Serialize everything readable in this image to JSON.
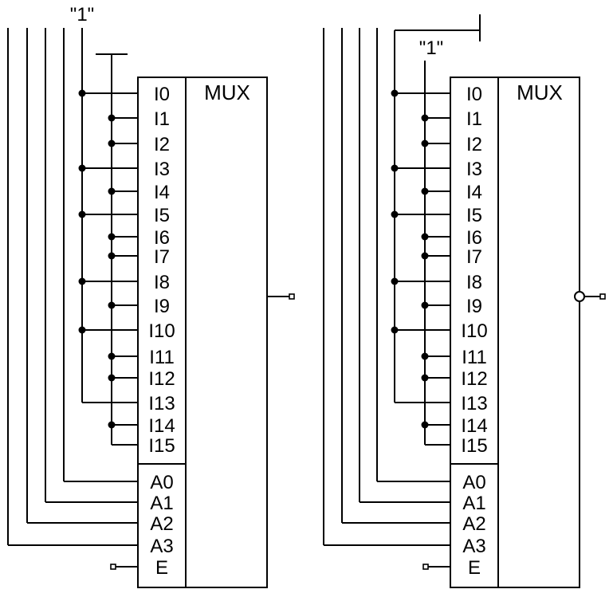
{
  "colors": {
    "line": "#000000",
    "background": "#ffffff"
  },
  "circuits": [
    {
      "title": "MUX",
      "constant_label": "\"1\"",
      "data_inputs": [
        "I0",
        "I1",
        "I2",
        "I3",
        "I4",
        "I5",
        "I6",
        "I7",
        "I8",
        "I9",
        "I10",
        "I11",
        "I12",
        "I13",
        "I14",
        "I15"
      ],
      "data_input_sources": [
        "1",
        "0",
        "0",
        "1",
        "0",
        "1",
        "0",
        "0",
        "1",
        "0",
        "1",
        "0",
        "0",
        "1",
        "0",
        "0"
      ],
      "select_inputs": [
        "A0",
        "A1",
        "A2",
        "A3"
      ],
      "enable_input": "E",
      "output_inverted": false
    },
    {
      "title": "MUX",
      "constant_label": "\"1\"",
      "data_inputs": [
        "I0",
        "I1",
        "I2",
        "I3",
        "I4",
        "I5",
        "I6",
        "I7",
        "I8",
        "I9",
        "I10",
        "I11",
        "I12",
        "I13",
        "I14",
        "I15"
      ],
      "data_input_sources": [
        "0",
        "1",
        "1",
        "0",
        "1",
        "0",
        "1",
        "1",
        "0",
        "1",
        "0",
        "1",
        "1",
        "0",
        "1",
        "1"
      ],
      "select_inputs": [
        "A0",
        "A1",
        "A2",
        "A3"
      ],
      "enable_input": "E",
      "output_inverted": true
    }
  ]
}
